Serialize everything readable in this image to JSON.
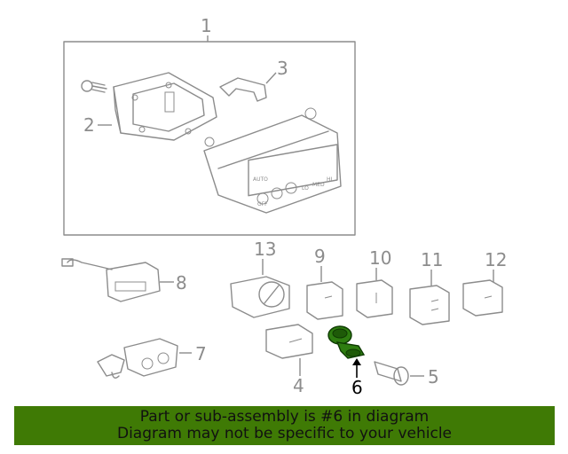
{
  "diagram": {
    "callouts": {
      "c1": "1",
      "c2": "2",
      "c3": "3",
      "c4": "4",
      "c5": "5",
      "c6": "6",
      "c7": "7",
      "c8": "8",
      "c9": "9",
      "c10": "10",
      "c11": "11",
      "c12": "12",
      "c13": "13"
    },
    "highlighted_part": "6",
    "highlight_color": "#2e7d10",
    "switch_labels": {
      "auto": "AUTO",
      "off": "OFF",
      "lo": "LO",
      "med": "MED",
      "hi": "HI"
    }
  },
  "banner": {
    "line1": "Part or sub-assembly is #6 in diagram",
    "line2": "Diagram may not be specific to your vehicle",
    "background": "#3f7a05"
  }
}
